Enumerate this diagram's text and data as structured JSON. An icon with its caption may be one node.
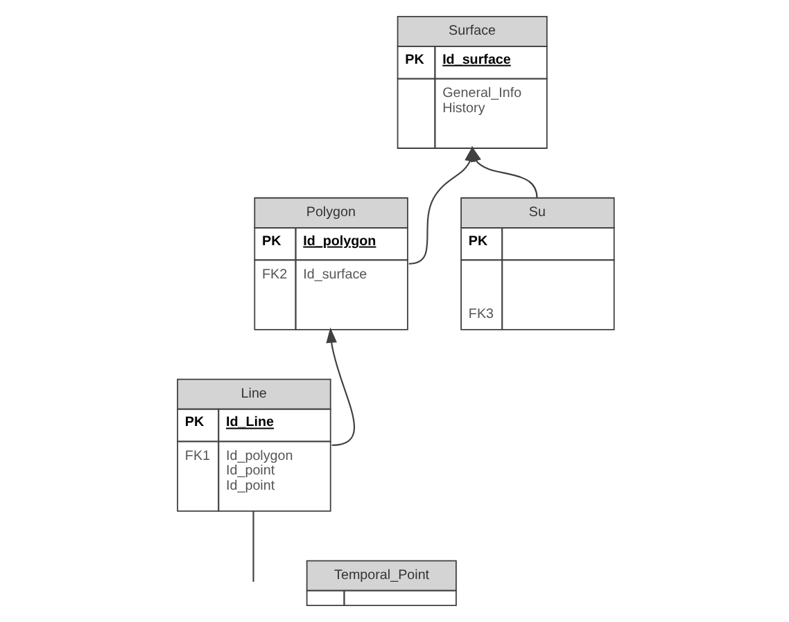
{
  "diagram": {
    "nodes": [
      {
        "text": [
          "Surface",
          "PK",
          "Id_surface",
          "General_Info History"
        ]
      },
      {
        "text": [
          "Polygon",
          "PK",
          "Id_polygon",
          "FK2",
          "Id_surface"
        ]
      },
      {
        "text": [
          "Su",
          "PK",
          "FK3"
        ]
      },
      {
        "text": [
          "Line",
          "PK",
          "Id_Line",
          "FK1",
          "Id_polygon Id_point Id_point"
        ]
      },
      {
        "text": [
          "Temporal_Point"
        ]
      }
    ],
    "edges": [
      {
        "from": 1,
        "to": 0,
        "arrow": "to"
      },
      {
        "from": 2,
        "to": 0,
        "arrow": "to"
      },
      {
        "from": 3,
        "to": 1,
        "arrow": "to"
      },
      {
        "from": 3,
        "to": null,
        "arrow": "none"
      }
    ]
  }
}
